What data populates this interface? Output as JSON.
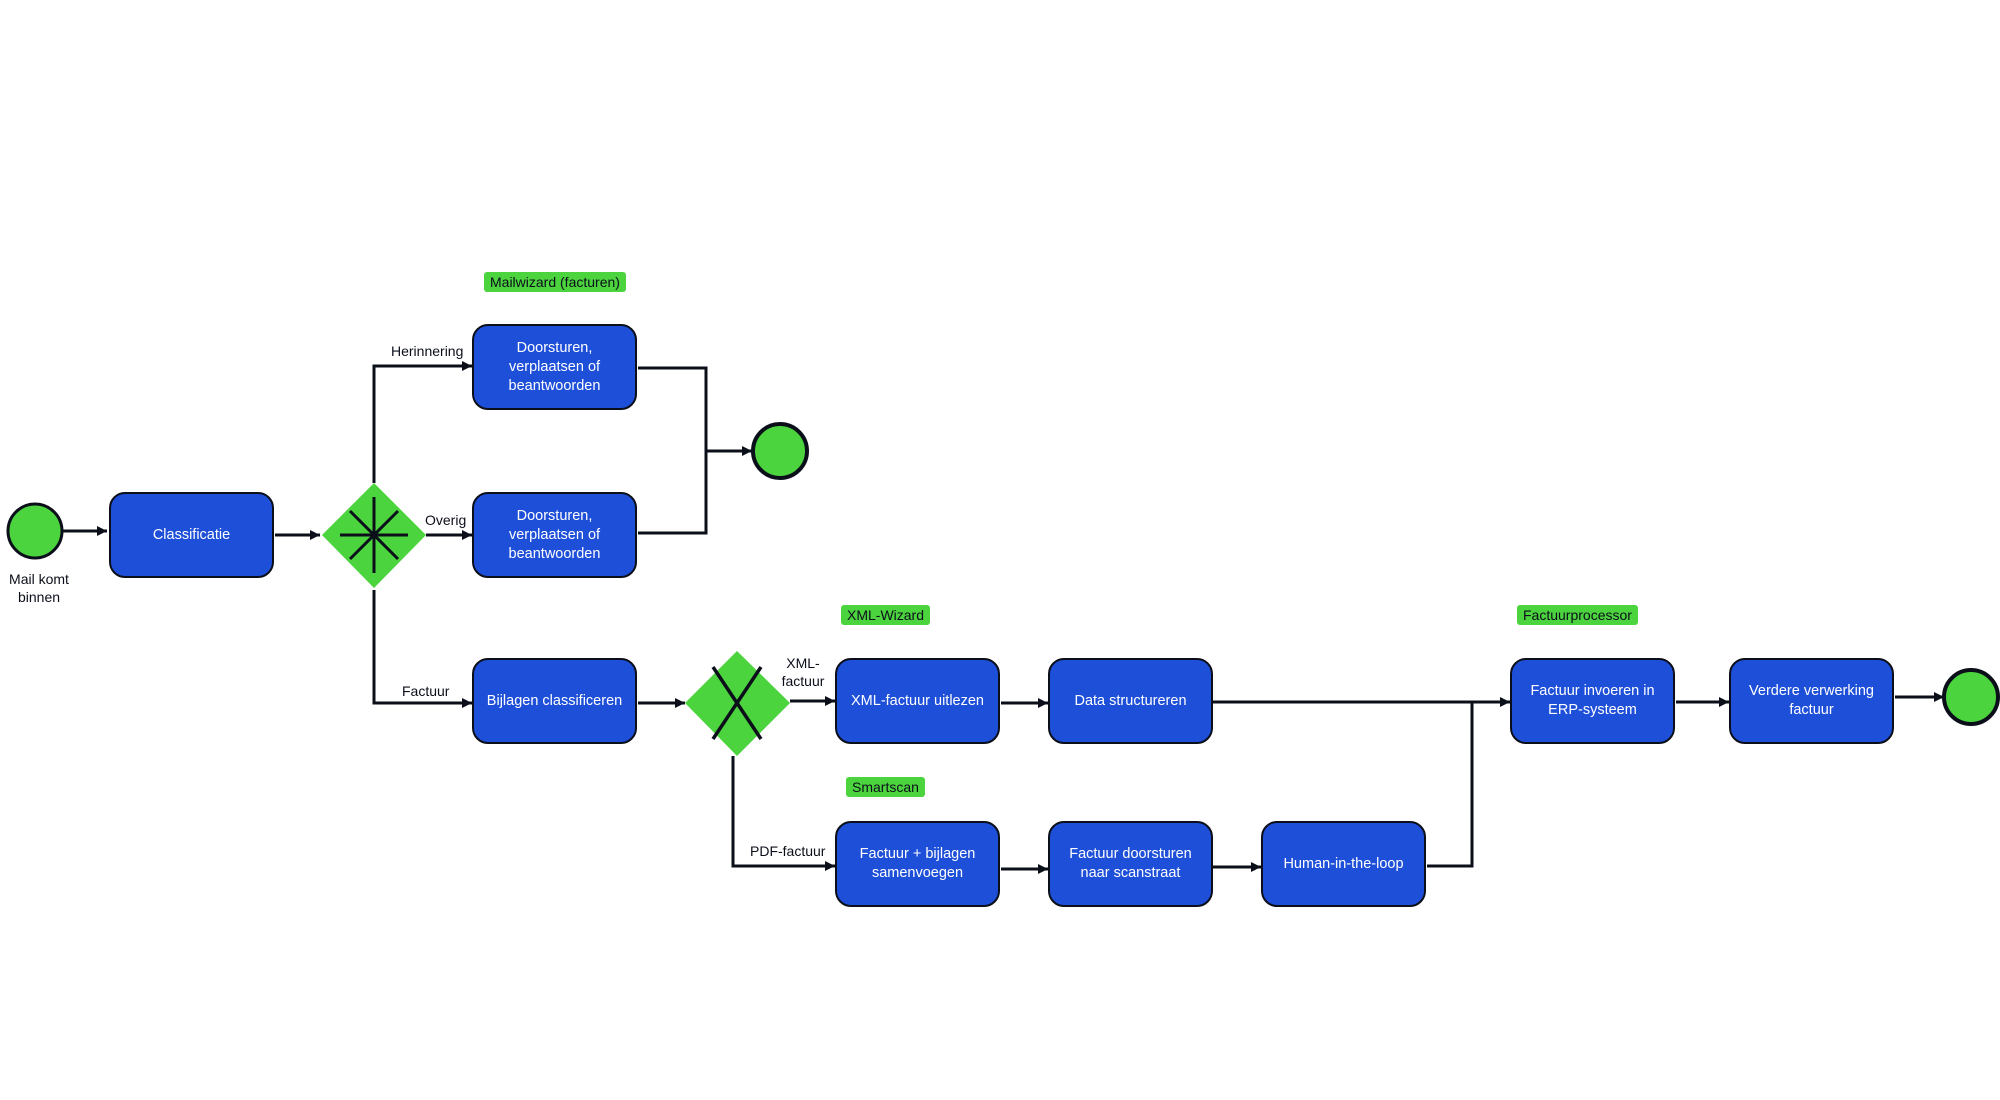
{
  "colors": {
    "task_fill": "#1e4fd8",
    "event_fill": "#4cd43e",
    "gateway_fill": "#4cd43e",
    "stroke": "#0b0f1a",
    "tag_fill": "#4cd43e"
  },
  "events": {
    "start_label": "Mail komt binnen"
  },
  "tasks": {
    "classificatie": "Classificatie",
    "doorsturen_1": "Doorsturen, verplaatsen of beantwoorden",
    "doorsturen_2": "Doorsturen, verplaatsen of beantwoorden",
    "bijlagen_classificeren": "Bijlagen classificeren",
    "xml_uitlezen": "XML-factuur uitlezen",
    "data_structureren": "Data structureren",
    "samenvoegen": "Factuur + bijlagen samenvoegen",
    "scanstraat": "Factuur doorsturen naar scanstraat",
    "human_in_the_loop": "Human-in-the-loop",
    "erp_invoeren": "Factuur invoeren in ERP-systeem",
    "verdere_verwerking": "Verdere verwerking factuur"
  },
  "tags": {
    "mailwizard": "Mailwizard (facturen)",
    "xml_wizard": "XML-Wizard",
    "smartscan": "Smartscan",
    "factuurprocessor": "Factuurprocessor"
  },
  "flow_labels": {
    "herinnering": "Herinnering",
    "overig": "Overig",
    "factuur": "Factuur",
    "xml_factuur": "XML-factuur",
    "pdf_factuur": "PDF-factuur"
  },
  "icons": {
    "gateway_complex": "asterisk-gateway-icon",
    "gateway_exclusive": "x-gateway-icon"
  }
}
